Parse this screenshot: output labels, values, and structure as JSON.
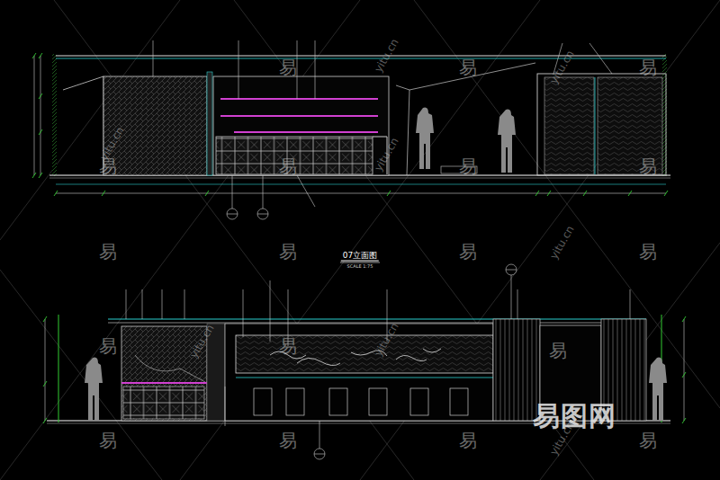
{
  "diagram": {
    "title": "07立面图",
    "labels": [
      "SCALE 1:75",
      "易",
      "易",
      "易",
      "易",
      "易",
      "易",
      "易",
      "易",
      "易",
      "易",
      "易",
      "易",
      "易",
      "易",
      "易",
      "易",
      "易",
      "易",
      "yitu.cn",
      "yitu.cn",
      "yitu.cn",
      "yitu.cn",
      "yitu.cn",
      "yitu.cn",
      "yitu.cn",
      "yitu.cn",
      "易图网"
    ]
  }
}
